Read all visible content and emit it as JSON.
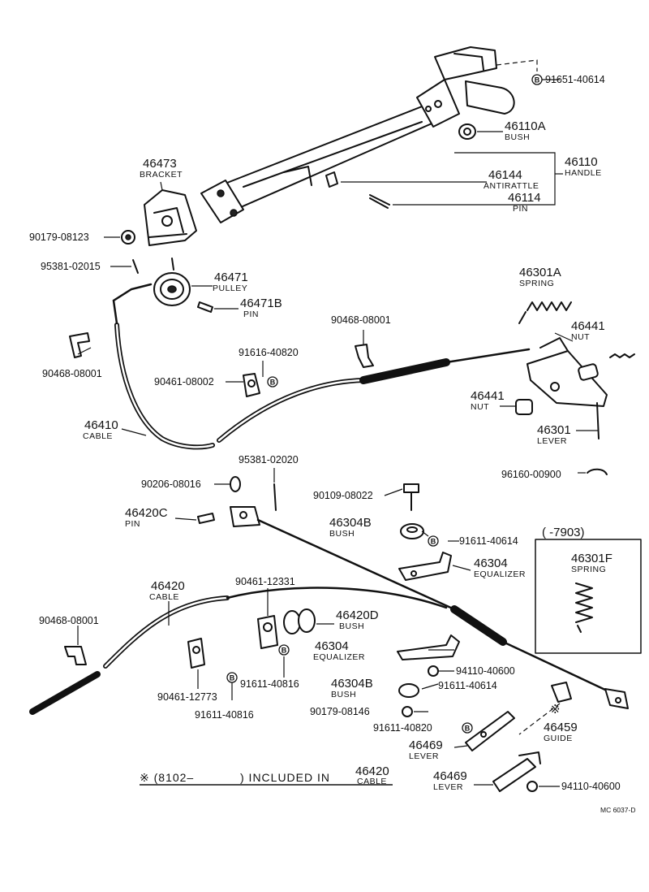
{
  "callouts": {
    "c91651_40614": "91651-40614",
    "c46110A": "46110A",
    "c46110A_name": "BUSH",
    "c46110": "46110",
    "c46110_name": "HANDLE",
    "c46144": "46144",
    "c46144_name": "ANTIRATTLE",
    "c46114": "46114",
    "c46114_name": "PIN",
    "c46473": "46473",
    "c46473_name": "BRACKET",
    "c90179_08123": "90179-08123",
    "c95381_02015": "95381-02015",
    "c46471": "46471",
    "c46471_name": "PULLEY",
    "c46471B": "46471B",
    "c46471B_name": "PIN",
    "c46301A": "46301A",
    "c46301A_name": "SPRING",
    "c46441a": "46441",
    "c46441a_name": "NUT",
    "c90468_08001a": "90468-08001",
    "c91616_40820": "91616-40820",
    "c90461_08002": "90461-08002",
    "c90468_08001b": "90468-08001",
    "c46441b": "46441",
    "c46441b_name": "NUT",
    "c46410": "46410",
    "c46410_name": "CABLE",
    "c46301": "46301",
    "c46301_name": "LEVER",
    "c96160_00900": "96160-00900",
    "c95381_02020": "95381-02020",
    "c90206_08016": "90206-08016",
    "c90109_08022": "90109-08022",
    "c46420C": "46420C",
    "c46420C_name": "PIN",
    "c46304B_a": "46304B",
    "c46304B_a_name": "BUSH",
    "c91611_40614a": "91611-40614",
    "c7903": "(       -7903)",
    "c46301F": "46301F",
    "c46301F_name": "SPRING",
    "c46304_a": "46304",
    "c46304_a_name": "EQUALIZER",
    "c46420": "46420",
    "c46420_name": "CABLE",
    "c90461_12331": "90461-12331",
    "c46420D": "46420D",
    "c46420D_name": "BUSH",
    "c90468_08001c": "90468-08001",
    "c46304_b": "46304",
    "c46304_b_name": "EQUALIZER",
    "c94110_40600a": "94110-40600",
    "c91611_40816a": "91611-40816",
    "c46304B_b": "46304B",
    "c46304B_b_name": "BUSH",
    "c91611_40614b": "91611-40614",
    "c90461_12773": "90461-12773",
    "c90179_08146": "90179-08146",
    "c46459": "46459",
    "c46459_name": "GUIDE",
    "c91611_40816b": "91611-40816",
    "c91611_40820": "91611-40820",
    "c46469a": "46469",
    "c46469a_name": "LEVER",
    "c46469b": "46469",
    "c46469b_name": "LEVER",
    "c94110_40600b": "94110-40600"
  },
  "marker_letter": "B",
  "asterisk_mark": "※",
  "footnote": {
    "prefix": "※ (8102–",
    "middle": ") INCLUDED  IN",
    "part": "46420",
    "part_name": "CABLE"
  },
  "figure_code": "MC  6037-D"
}
